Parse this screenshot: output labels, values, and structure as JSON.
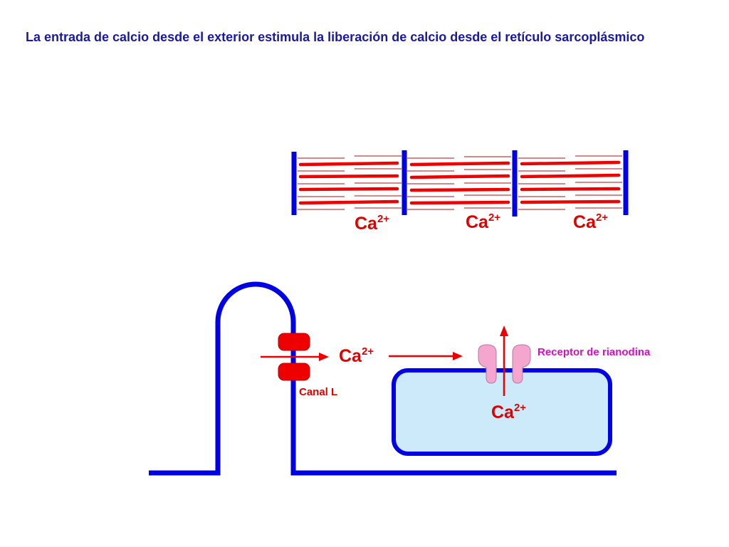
{
  "title": "La entrada de calcio desde el exterior estimula la liberación de calcio desde el retículo sarcoplásmico",
  "ions": {
    "sarc1_base": "Ca",
    "sarc1_charge": "2+",
    "sarc2_base": "Ca",
    "sarc2_charge": "2+",
    "sarc3_base": "Ca",
    "sarc3_charge": "2+",
    "influx_base": "Ca",
    "influx_charge": "2+",
    "release_base": "Ca",
    "release_charge": "2+"
  },
  "labels": {
    "channel": "Canal L",
    "receptor": "Receptor de rianodina"
  },
  "colors": {
    "membrane": "#0000e6",
    "filament": "#ee0000",
    "thin_filament": "#c04040",
    "reticulum_fill": "#cdeafb",
    "receptor_fill": "#f4a6cf",
    "receptor_label": "#d40fbf",
    "title": "#1a1aa0"
  }
}
